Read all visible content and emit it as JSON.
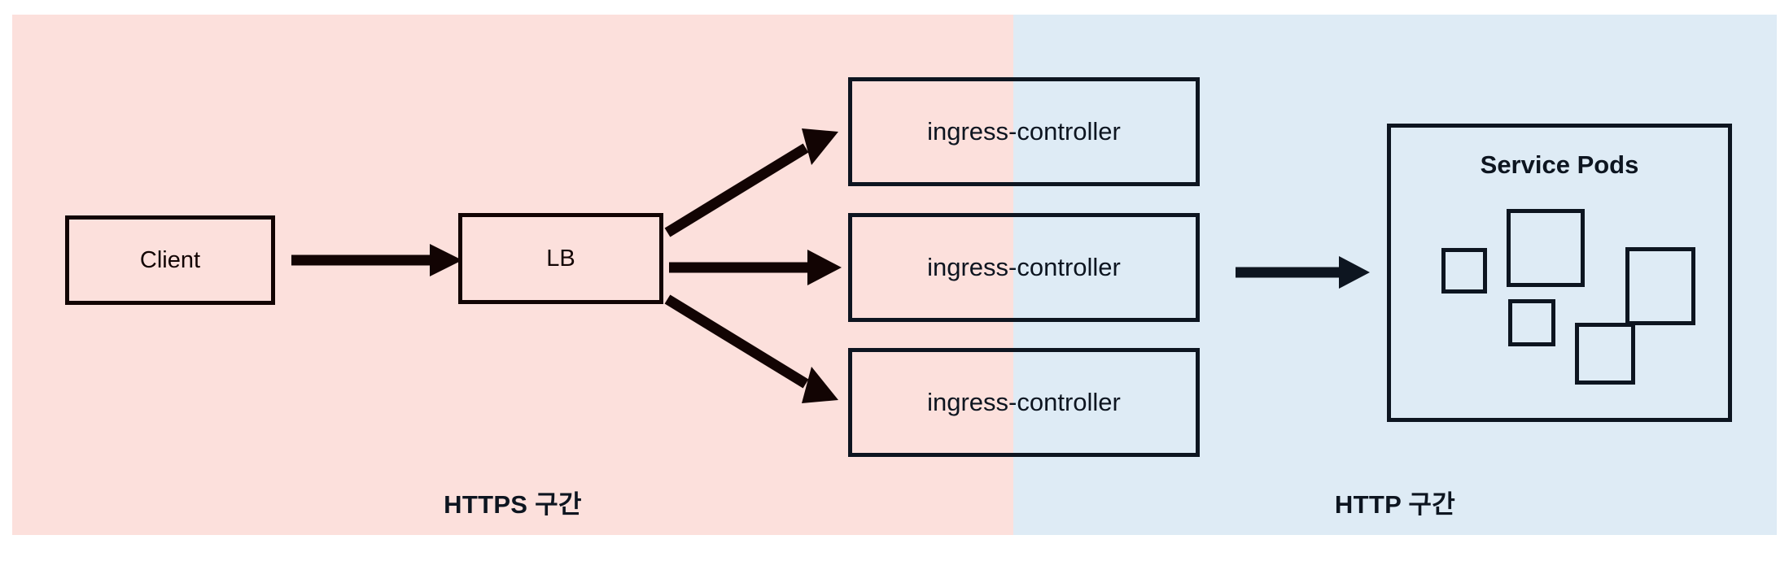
{
  "diagram": {
    "title": "HTTPS/HTTP termination flow",
    "zones": [
      {
        "id": "https",
        "label": "HTTPS 구간",
        "color": "#fce0dc"
      },
      {
        "id": "http",
        "label": "HTTP 구간",
        "color": "#deebf5"
      }
    ],
    "nodes": [
      {
        "id": "client",
        "label": "Client"
      },
      {
        "id": "lb",
        "label": "LB"
      },
      {
        "id": "ingress1",
        "label": "ingress-controller"
      },
      {
        "id": "ingress2",
        "label": "ingress-controller"
      },
      {
        "id": "ingress3",
        "label": "ingress-controller"
      },
      {
        "id": "service-pods",
        "label": "Service Pods"
      }
    ],
    "edges": [
      {
        "from": "client",
        "to": "lb",
        "style": "straight-arrow"
      },
      {
        "from": "lb",
        "to": "ingress1",
        "style": "diagonal-up-arrow"
      },
      {
        "from": "lb",
        "to": "ingress2",
        "style": "straight-arrow"
      },
      {
        "from": "lb",
        "to": "ingress3",
        "style": "diagonal-down-arrow"
      },
      {
        "from": "ingress2",
        "to": "service-pods",
        "style": "straight-arrow"
      }
    ],
    "pods": [
      {
        "id": "pod-1",
        "size": "small"
      },
      {
        "id": "pod-2",
        "size": "large"
      },
      {
        "id": "pod-3",
        "size": "large"
      },
      {
        "id": "pod-4",
        "size": "small"
      },
      {
        "id": "pod-5",
        "size": "medium"
      }
    ],
    "colors": {
      "https_zone": "#fce0dc",
      "http_zone": "#deebf5",
      "stroke_dark": "#120403",
      "stroke_navy": "#0d1520",
      "page_background": "#ffffff"
    }
  }
}
